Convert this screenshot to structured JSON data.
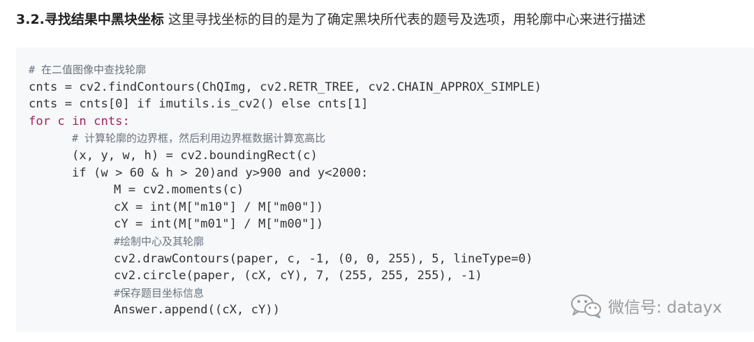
{
  "heading": {
    "bold": "3.2.寻找结果中黑块坐标",
    "text": " 这里寻找坐标的目的是为了确定黑块所代表的题号及选项，用轮廓中心来进行描述"
  },
  "code": [
    {
      "text": "# 在二值图像中查找轮廓",
      "indent": 0,
      "kind": "comment"
    },
    {
      "text": "cnts = cv2.findContours(ChQImg, cv2.RETR_TREE, cv2.CHAIN_APPROX_SIMPLE)",
      "indent": 0,
      "kind": "code"
    },
    {
      "text": "cnts = cnts[0] if imutils.is_cv2() else cnts[1]",
      "indent": 0,
      "kind": "code"
    },
    {
      "text": "for c in cnts:",
      "indent": 0,
      "kind": "keyword"
    },
    {
      "text": "# 计算轮廓的边界框，然后利用边界框数据计算宽高比",
      "indent": 1,
      "kind": "comment"
    },
    {
      "text": "(x, y, w, h) = cv2.boundingRect(c)",
      "indent": 1,
      "kind": "code"
    },
    {
      "text": "if (w > 60 & h > 20)and y>900 and y<2000:",
      "indent": 1,
      "kind": "code"
    },
    {
      "text": "M = cv2.moments(c)",
      "indent": 2,
      "kind": "code"
    },
    {
      "text": "cX = int(M[\"m10\"] / M[\"m00\"])",
      "indent": 2,
      "kind": "code"
    },
    {
      "text": "cY = int(M[\"m01\"] / M[\"m00\"])",
      "indent": 2,
      "kind": "code"
    },
    {
      "text": "#绘制中心及其轮廓",
      "indent": 2,
      "kind": "comment"
    },
    {
      "text": "cv2.drawContours(paper, c, -1, (0, 0, 255), 5, lineType=0)",
      "indent": 2,
      "kind": "code"
    },
    {
      "text": "cv2.circle(paper, (cX, cY), 7, (255, 255, 255), -1)",
      "indent": 2,
      "kind": "code"
    },
    {
      "text": "#保存题目坐标信息",
      "indent": 2,
      "kind": "comment"
    },
    {
      "text": "Answer.append((cX, cY))",
      "indent": 2,
      "kind": "code"
    }
  ],
  "watermark": {
    "text": "微信号: datayx",
    "icon": "wechat-icon"
  }
}
